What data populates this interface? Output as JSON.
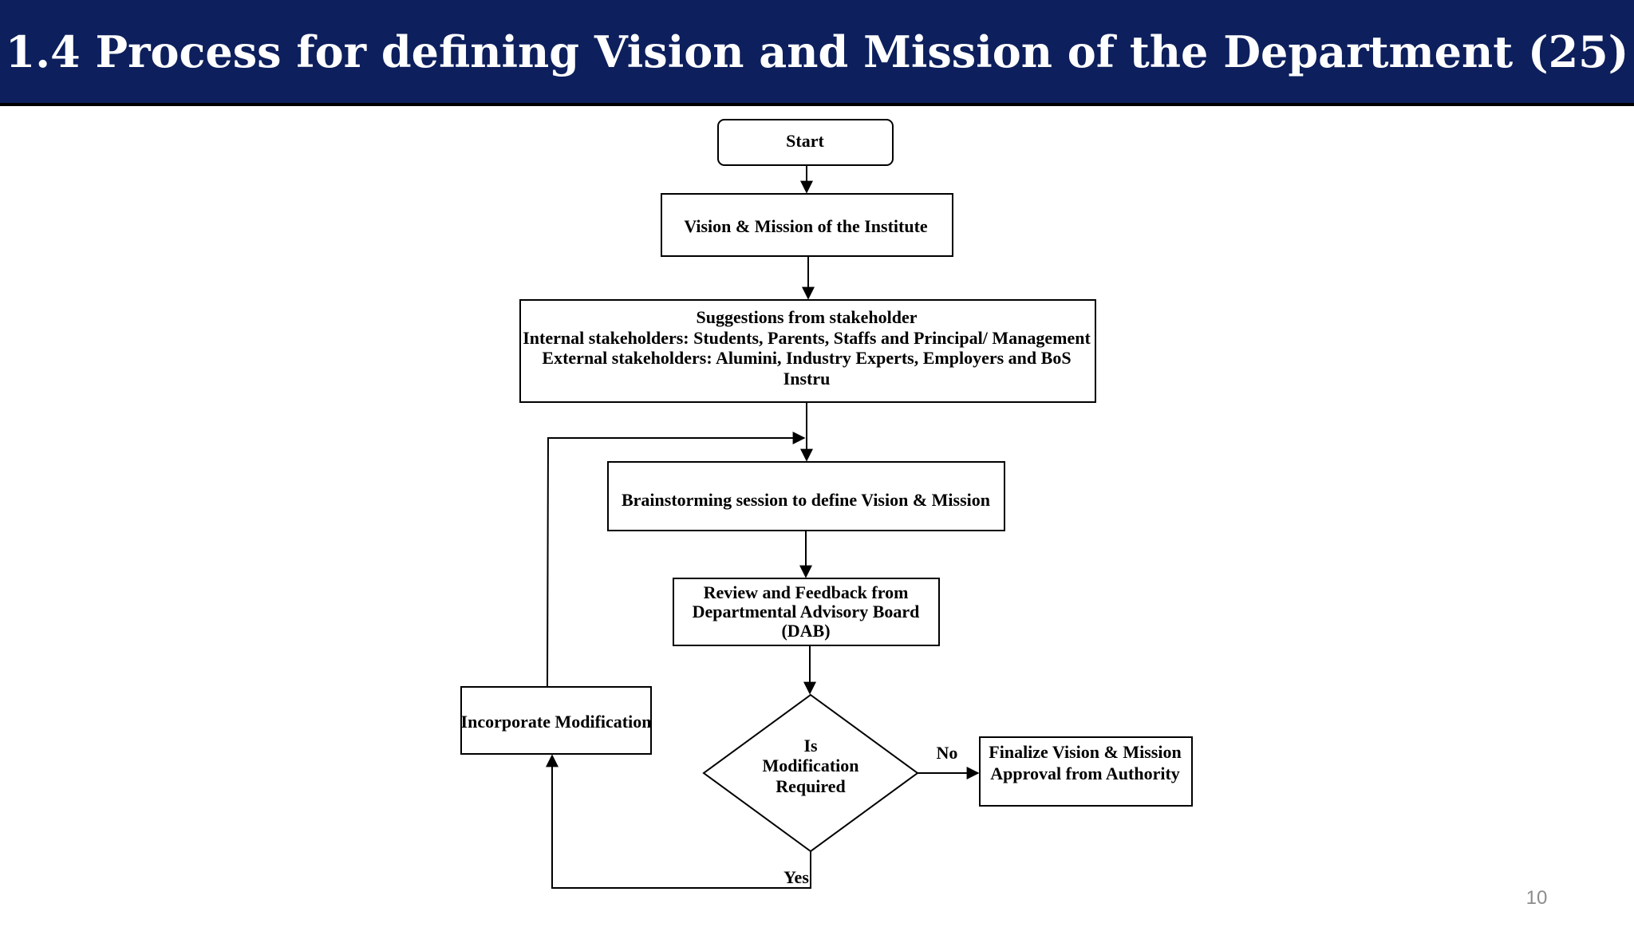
{
  "slide": {
    "title": "1.4  Process for defining Vision and Mission of the Department (25)",
    "page_number": "10"
  },
  "colors": {
    "title_background": "#0d1f5c",
    "title_text": "#ffffff",
    "diagram_stroke": "#000000",
    "page_number": "#8c8c8c"
  },
  "flowchart": {
    "start": "Start",
    "vision_institute": "Vision & Mission of the Institute",
    "suggestions": {
      "line1": "Suggestions from stakeholder",
      "line2": "Internal stakeholders: Students, Parents, Staffs and Principal/ Management",
      "line3": "External stakeholders: Alumini, Industry Experts, Employers and BoS",
      "line4": "Instru"
    },
    "brainstorming": "Brainstorming session to define Vision & Mission",
    "review": {
      "line1": "Review and Feedback from",
      "line2": "Departmental Advisory Board",
      "line3": "(DAB)"
    },
    "decision": {
      "line1": "Is",
      "line2": "Modification",
      "line3": "Required"
    },
    "incorporate": "Incorporate Modification",
    "finalize": {
      "line1": "Finalize Vision & Mission",
      "line2": "Approval from Authority"
    },
    "edge_no": "No",
    "edge_yes": "Yes"
  }
}
